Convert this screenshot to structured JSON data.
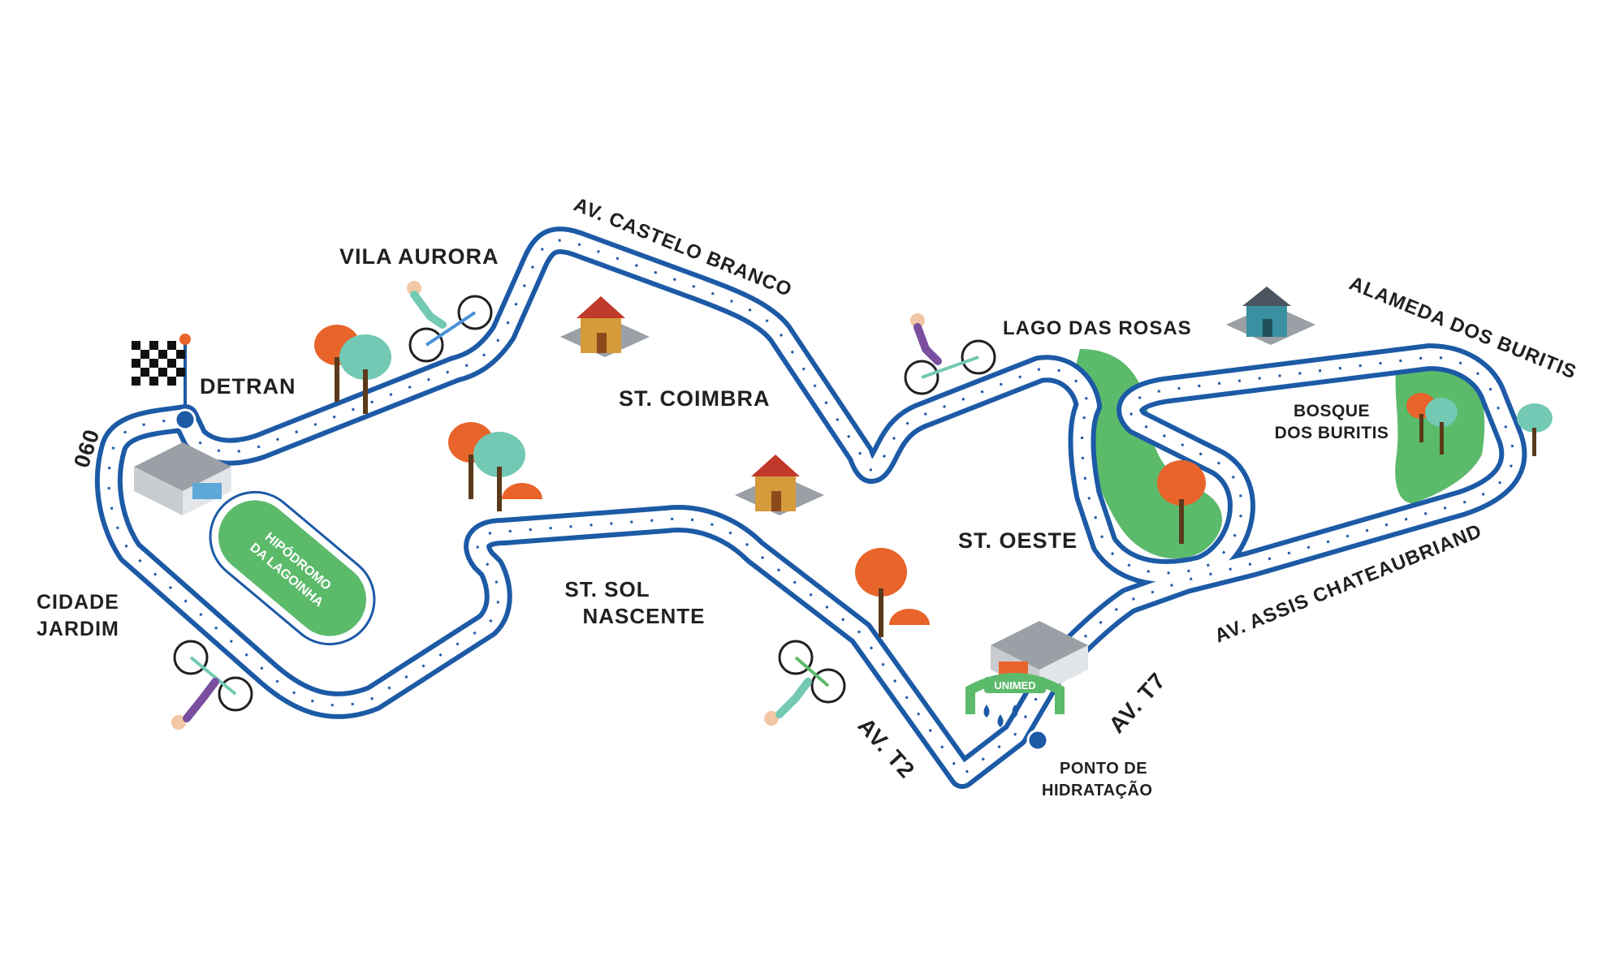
{
  "colors": {
    "route": "#1c5aa6",
    "route_inner": "#ffffff",
    "arrow": "#1c5aa6",
    "park": "#5cba6b",
    "tree_orange": "#e8642b",
    "tree_teal": "#73c9b3",
    "hippodrome": "#5cba6b",
    "text": "#231f20"
  },
  "labels": {
    "vila_aurora": "VILA AURORA",
    "detran": "DETRAN",
    "road_060": "060",
    "cidade_jardim_1": "CIDADE",
    "cidade_jardim_2": "JARDIM",
    "av_castelo_branco": "AV. CASTELO BRANCO",
    "st_coimbra": "ST. COIMBRA",
    "st_sol_nascente_1": "ST. SOL",
    "st_sol_nascente_2": "NASCENTE",
    "av_t2": "AV. T2",
    "lago_das_rosas": "LAGO DAS ROSAS",
    "st_oeste": "ST. OESTE",
    "alameda_dos_buritis": "ALAMEDA DOS BURITIS",
    "bosque_1": "BOSQUE",
    "bosque_2": "DOS BURITIS",
    "av_assis": "AV. ASSIS CHATEAUBRIAND",
    "av_t7": "AV. T7",
    "ponto_1": "PONTO DE",
    "ponto_2": "HIDRATAÇÃO",
    "hipodromo_1": "HIPÓDROMO",
    "hipodromo_2": "DA LAGOINHA",
    "unimed": "UNIMED"
  },
  "icons": {
    "start_flag": "checkered-flag-icon",
    "cyclist": "cyclist-icon",
    "house": "house-icon",
    "tree": "tree-icon",
    "building": "building-icon",
    "water_drops": "water-drop-icon"
  }
}
